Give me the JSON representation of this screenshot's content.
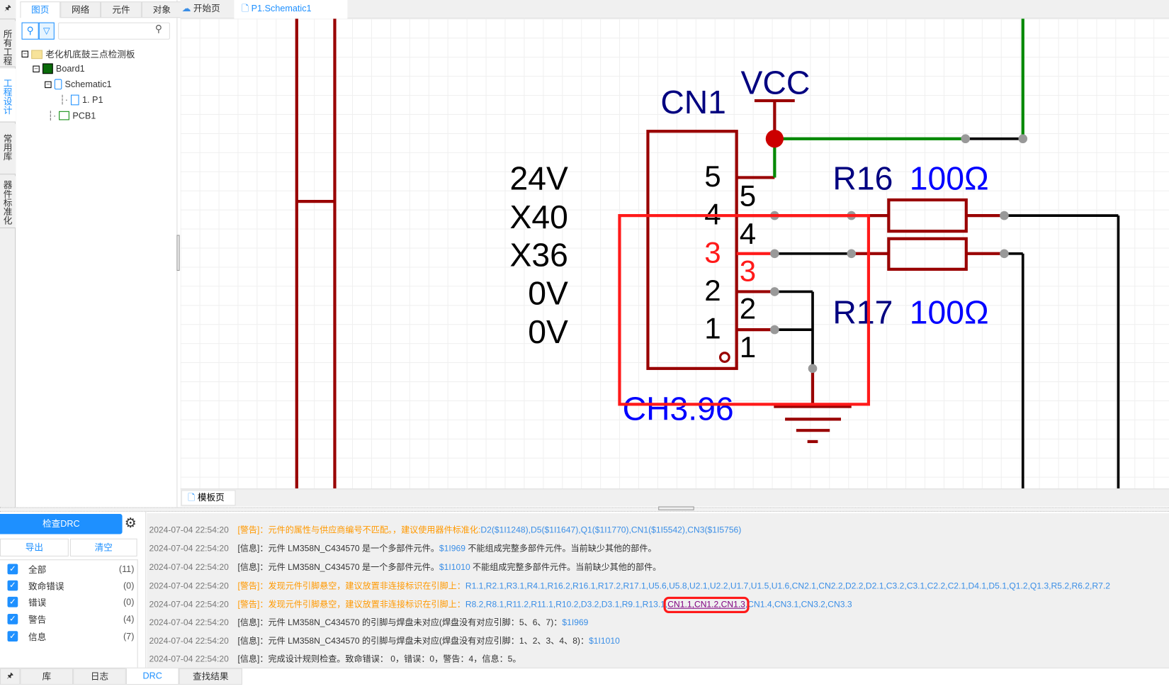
{
  "left_rail": {
    "pin": "🖈",
    "items": [
      "所有工程",
      "工程设计",
      "常用库",
      "器件标准化"
    ]
  },
  "panel_tabs": [
    "图页",
    "网络",
    "元件",
    "对象"
  ],
  "search": {
    "placeholder": ""
  },
  "tree": {
    "project": "老化机底鼓三点检测板",
    "board": "Board1",
    "schematic": "Schematic1",
    "page": "1. P1",
    "pcb": "PCB1"
  },
  "doc_tabs": [
    "开始页",
    "P1.Schematic1"
  ],
  "sheet_tab": "模板页",
  "schematic": {
    "component": "CN1",
    "power": "VCC",
    "footprint": "CH3.96",
    "pins_inner": [
      "5",
      "4",
      "3",
      "2",
      "1"
    ],
    "pins_outer": [
      "5",
      "4",
      "3",
      "2",
      "1"
    ],
    "net_labels": [
      "24V",
      "X40",
      "X36",
      "0V",
      "0V"
    ],
    "resistors": [
      {
        "ref": "R16",
        "value": "100Ω"
      },
      {
        "ref": "R17",
        "value": "100Ω"
      }
    ],
    "colors": {
      "wire": "#990000",
      "net": "#008800",
      "highlight": "#ff1a1a",
      "ref": "#000080",
      "value": "#0000ff"
    }
  },
  "drc": {
    "check_label": "检查DRC",
    "export_label": "导出",
    "clear_label": "清空",
    "filters": [
      {
        "label": "全部",
        "count": "(11)"
      },
      {
        "label": "致命错误",
        "count": "(0)"
      },
      {
        "label": "错误",
        "count": "(0)"
      },
      {
        "label": "警告",
        "count": "(4)"
      },
      {
        "label": "信息",
        "count": "(7)"
      }
    ]
  },
  "log": [
    {
      "ts": "2024-07-04 22:54:20",
      "type": "warn",
      "tag": "[警告]",
      "msg": "：元件的属性与供应商编号不匹配。，建议使用器件标准化:",
      "link": "D2($1I1248),D5($1I1647),Q1($1I1770),CN1($1I5542),CN3($1I5756)",
      "tail": ""
    },
    {
      "ts": "2024-07-04 22:54:20",
      "type": "info",
      "tag": "[信息]",
      "msg": "：元件 LM358N_C434570 是一个多部件元件。",
      "link": "$1I969",
      "tail": " 不能组成完整多部件元件。当前缺少其他的部件。"
    },
    {
      "ts": "2024-07-04 22:54:20",
      "type": "info",
      "tag": "[信息]",
      "msg": "：元件 LM358N_C434570 是一个多部件元件。",
      "link": "$1I1010",
      "tail": " 不能组成完整多部件元件。当前缺少其他的部件。"
    },
    {
      "ts": "2024-07-04 22:54:20",
      "type": "warn",
      "tag": "[警告]",
      "msg": "：发现元件引脚悬空，建议放置非连接标识在引脚上：",
      "link": "R1.1,R2.1,R3.1,R4.1,R16.2,R16.1,R17.2,R17.1,U5.6,U5.8,U2.1,U2.2,U1.7,U1.5,U1.6,CN2.1,CN2.2,D2.2,D2.1,C3.2,C3.1,C2.2,C2.1,D4.1,D5.1,Q1.2,Q1.3,R5.2,R6.2,R7.2",
      "tail": ""
    },
    {
      "ts": "2024-07-04 22:54:20",
      "type": "warn",
      "tag": "[警告]",
      "msg": "：发现元件引脚悬空，建议放置非连接标识在引脚上：",
      "link": "R8.2,R8.1,R11.2,R11.1,R10.2,D3.2,D3.1,R9.1,R13.1,",
      "visited": "CN1.1,CN1.2,CN1.3",
      "link2": ",CN1.4,CN3.1,CN3.2,CN3.3",
      "tail": ""
    },
    {
      "ts": "2024-07-04 22:54:20",
      "type": "info",
      "tag": "[信息]",
      "msg": "：元件 LM358N_C434570 的引脚与焊盘未对应(焊盘没有对应引脚：5、6、7)：",
      "link": "$1I969",
      "tail": ""
    },
    {
      "ts": "2024-07-04 22:54:20",
      "type": "info",
      "tag": "[信息]",
      "msg": "：元件 LM358N_C434570 的引脚与焊盘未对应(焊盘没有对应引脚：1、2、3、4、8)：",
      "link": "$1I1010",
      "tail": ""
    },
    {
      "ts": "2024-07-04 22:54:20",
      "type": "info",
      "tag": "[信息]",
      "msg": "：完成设计规则检查。致命错误： 0，错误：0，警告：4，信息：5。",
      "link": "",
      "tail": ""
    }
  ],
  "bottom_tabs": [
    "库",
    "日志",
    "DRC",
    "查找结果"
  ],
  "active_bottom_tab": "DRC"
}
